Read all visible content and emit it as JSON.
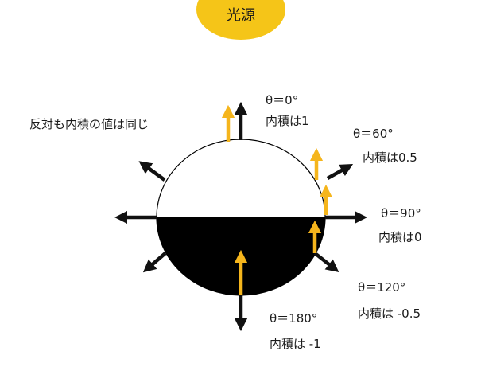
{
  "light_source": {
    "label": "光源",
    "color": "#F5C518"
  },
  "note": "反対も内積の値は同じ",
  "colors": {
    "normal_arrow": "#111111",
    "light_arrow": "#F5B51C",
    "lit_half": "#ffffff",
    "dark_half": "#000000",
    "outline": "#000000"
  },
  "annotations": [
    {
      "theta": "θ＝0°",
      "product": "内積は1"
    },
    {
      "theta": "θ＝60°",
      "product": "内積は0.5"
    },
    {
      "theta": "θ＝90°",
      "product": "内積は0"
    },
    {
      "theta": "θ＝120°",
      "product": "内積は -0.5"
    },
    {
      "theta": "θ＝180°",
      "product": "内積は -1"
    }
  ]
}
